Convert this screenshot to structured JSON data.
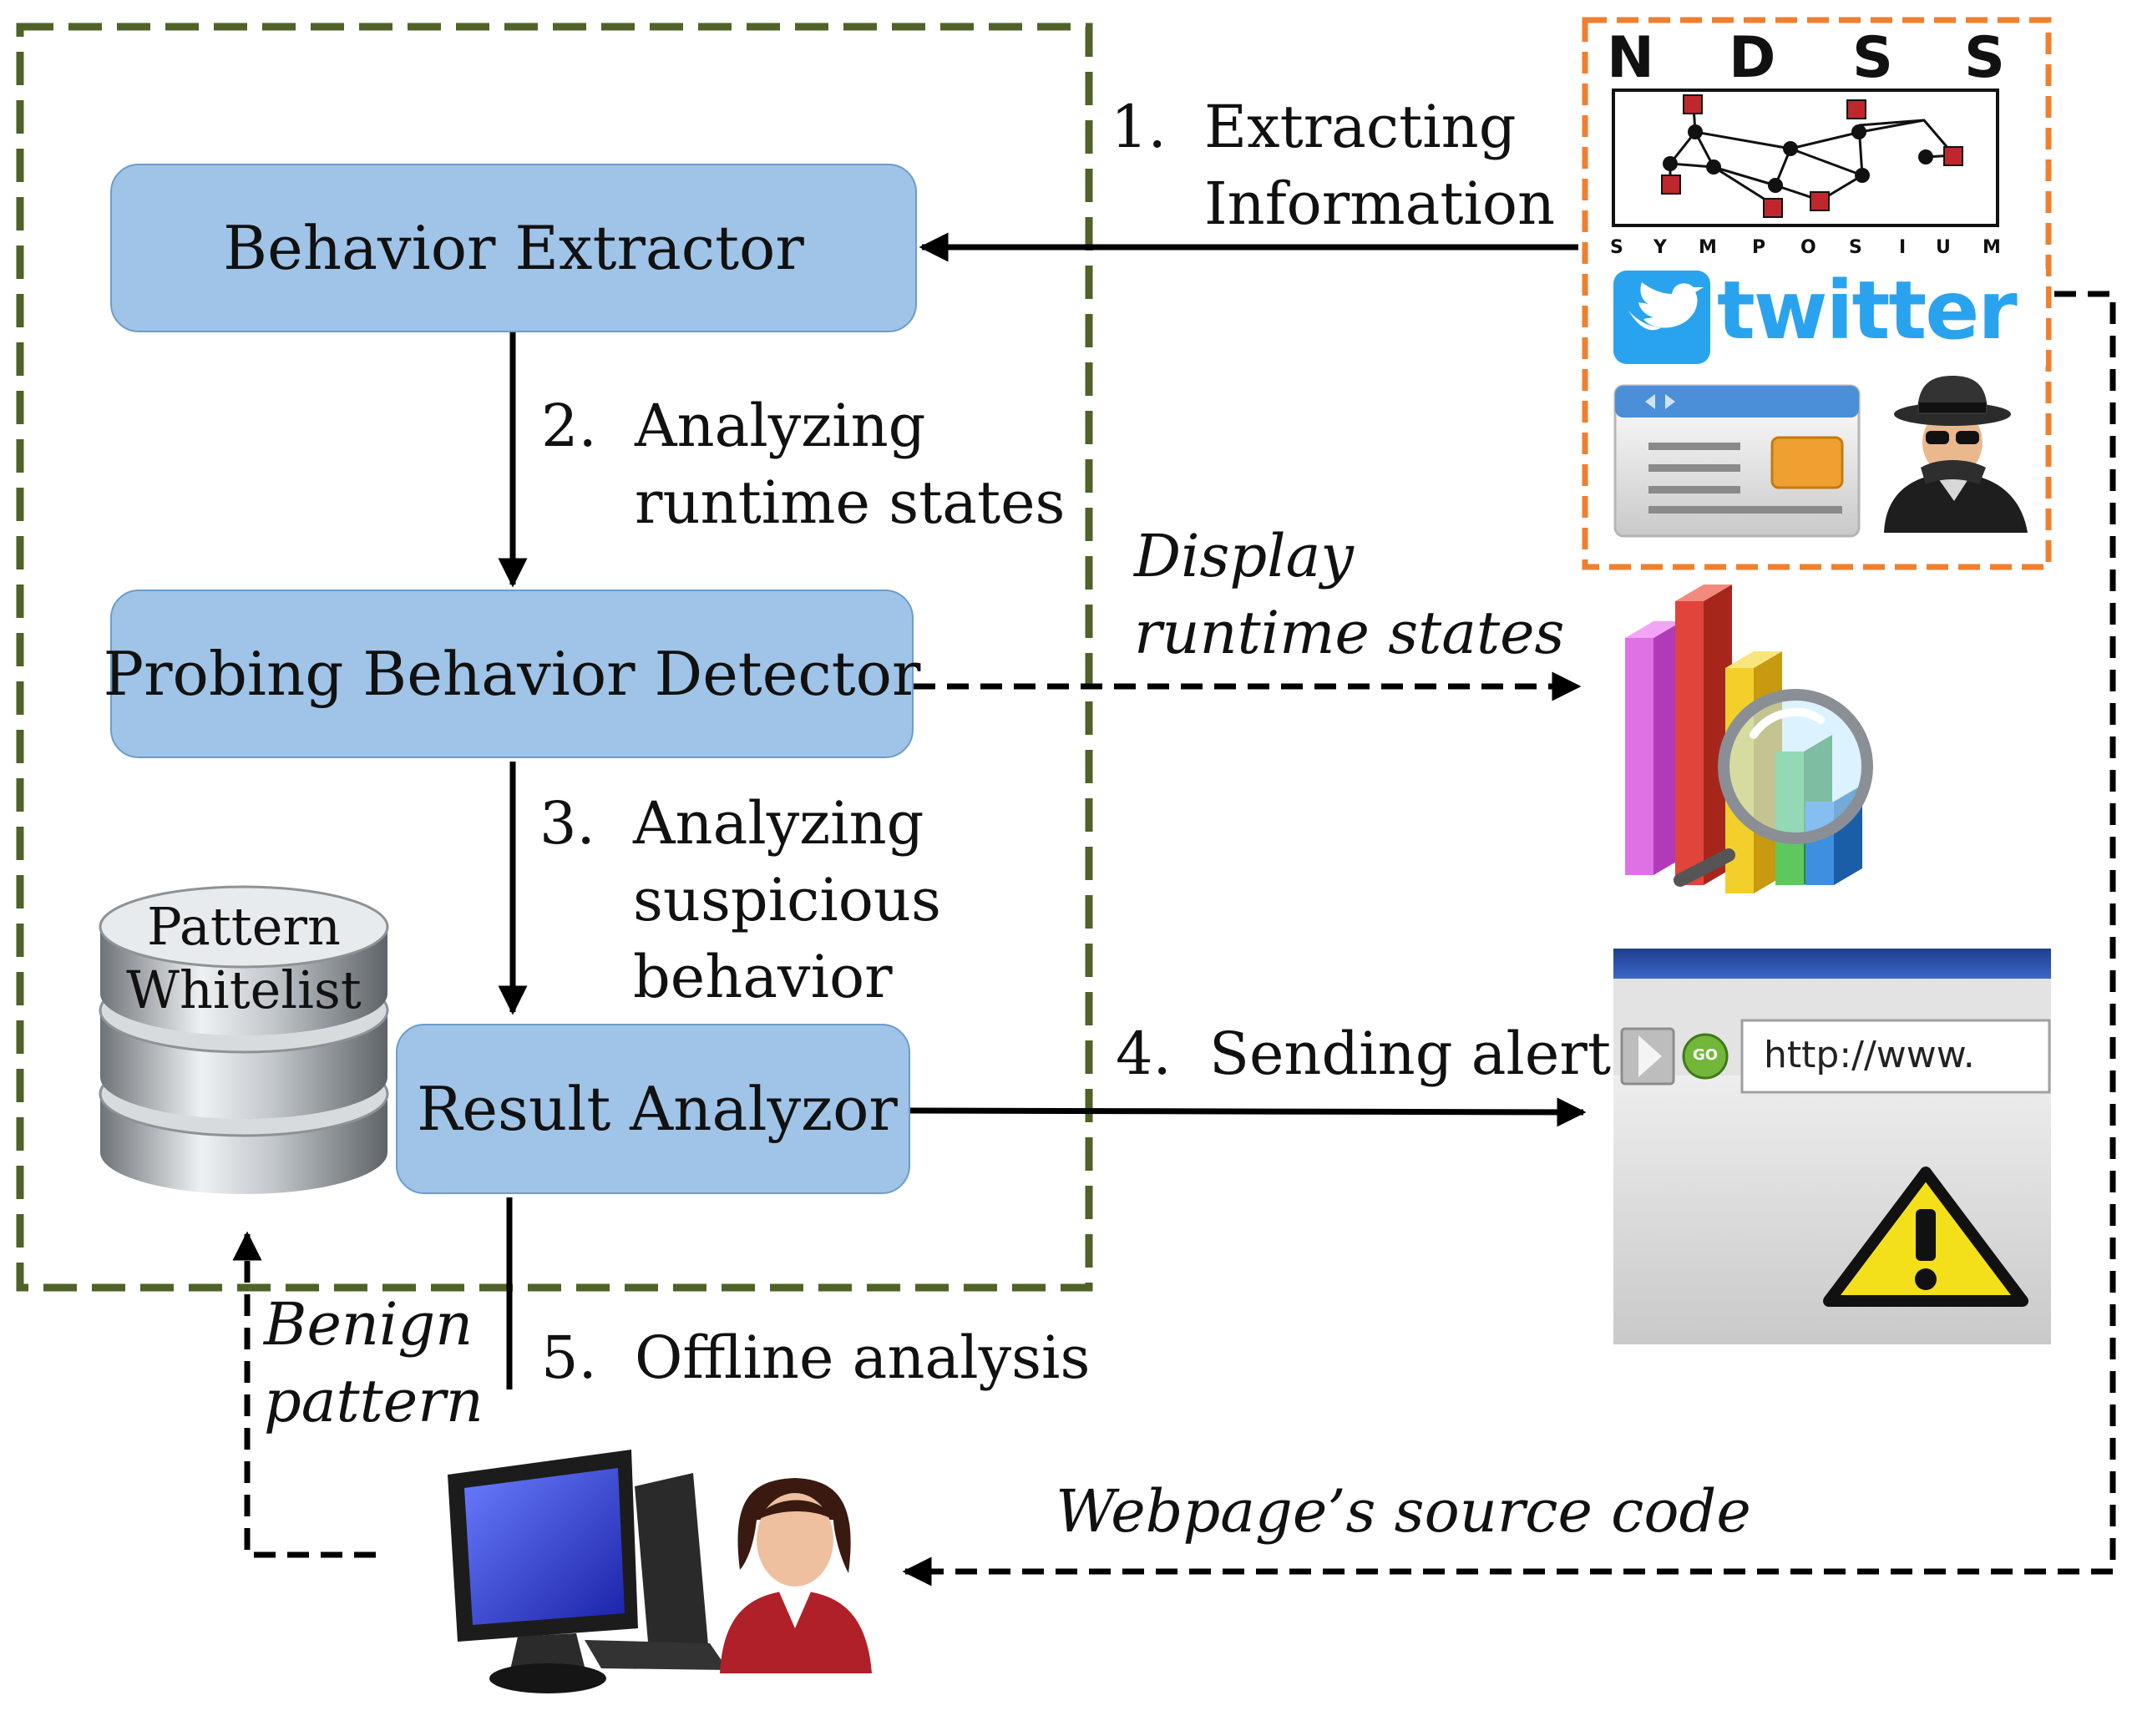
{
  "components": {
    "behavior_extractor": "Behavior Extractor",
    "probing_detector": "Probing Behavior Detector",
    "result_analyzor": "Result Analyzor",
    "pattern_whitelist": [
      "Pattern",
      "Whitelist"
    ]
  },
  "steps": {
    "s1": {
      "num": "1.",
      "line1": "Extracting",
      "line2": "Information"
    },
    "s2": {
      "num": "2.",
      "line1": "Analyzing",
      "line2": "runtime states"
    },
    "s3": {
      "num": "3.",
      "line1": "Analyzing",
      "line2": "suspicious",
      "line3": "behavior"
    },
    "s4": {
      "num": "4.",
      "line1": "Sending alert"
    },
    "s5": {
      "num": "5.",
      "line1": "Offline analysis"
    }
  },
  "italic_labels": {
    "display": [
      "Display",
      "runtime states"
    ],
    "benign": [
      "Benign",
      "pattern"
    ],
    "source": "Webpage’s source code"
  },
  "logos": {
    "ndss_letters": [
      "N",
      "D",
      "S",
      "S"
    ],
    "ndss_symposium": [
      "S",
      "Y",
      "M",
      "P",
      "O",
      "S",
      "I",
      "U",
      "M"
    ],
    "twitter_word": "twitter",
    "browser_url": "http://www.",
    "browser_go": "GO"
  },
  "icons": [
    "ndss-logo",
    "twitter-logo",
    "webpage-icon",
    "spy-icon",
    "chart-magnifier-icon",
    "browser-warning-icon",
    "database-icon",
    "computer-icon",
    "user-icon"
  ],
  "colors": {
    "box_fill": "#9fc4e7",
    "system_border": "#4f6228",
    "sources_border": "#f07f2e",
    "arrow": "#000000"
  }
}
